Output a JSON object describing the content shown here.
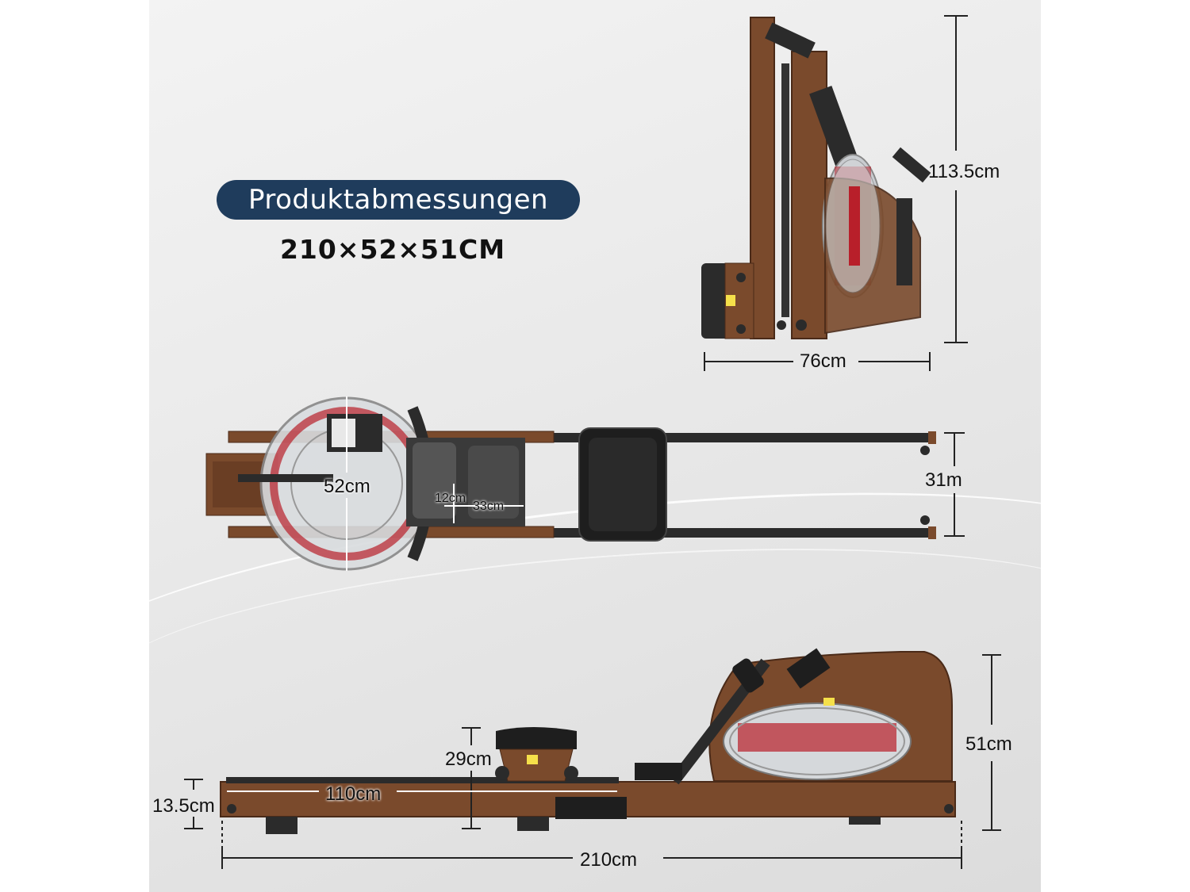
{
  "title": "Produktabmessungen",
  "overall_dimensions": "210×52×51CM",
  "dimensions": {
    "height_upright": "113.5cm",
    "depth_upright": "76cm",
    "width_rail": "31m",
    "width_tank": "52cm",
    "footrest_width": "12cm",
    "footrest_length": "33cm",
    "seat_height": "29cm",
    "base_height": "13.5cm",
    "rail_length": "110cm",
    "total_length": "210cm",
    "total_height": "51cm"
  },
  "colors": {
    "title_bg": "#1f3c5c",
    "wood": "#7a4a2c",
    "tank_red": "#b81f2a",
    "frame_dark": "#2b2b2b"
  }
}
